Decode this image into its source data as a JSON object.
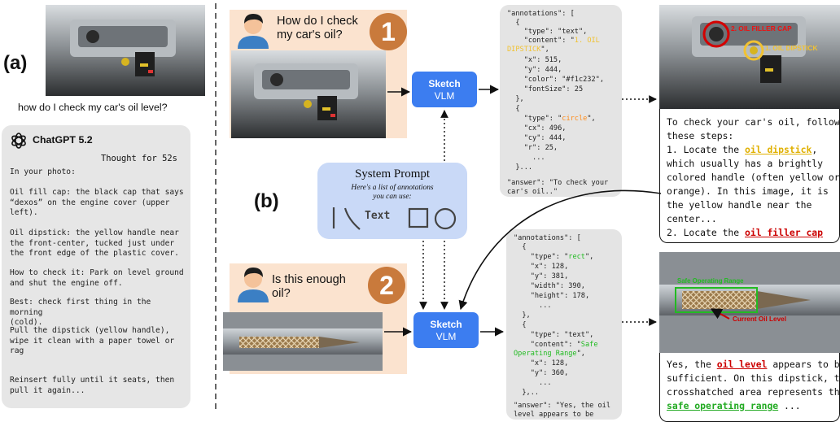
{
  "panel_a": {
    "label": "(a)",
    "user_question": "how do I check my car's oil level?",
    "chat": {
      "title": "ChatGPT 5.2",
      "thought": "Thought for 52s",
      "lines": [
        "In your photo:",
        "Oil fill cap: the black cap that says\n“dexos” on the engine cover (upper\nleft).",
        "Oil dipstick: the yellow handle near\nthe front-center, tucked just under\nthe front edge of the plastic cover.",
        "How to check it: Park on level ground\nand shut the engine off.",
        "Best: check first thing in the morning\n(cold).",
        "Pull the dipstick (yellow handle),\nwipe it clean with a paper towel or\nrag",
        "Reinsert fully until it seats, then\npull it again..."
      ]
    }
  },
  "panel_b": {
    "label": "(b)",
    "step1": {
      "number": "1",
      "question": "How do I check\nmy car's oil?"
    },
    "step2": {
      "number": "2",
      "question": "Is this enough\noil?"
    },
    "vlm": {
      "title": "Sketch",
      "subtitle": "VLM"
    },
    "system_prompt": {
      "title": "System Prompt",
      "subtitle": "Here's a list of annotations\nyou can use:",
      "text_glyph": "Text"
    },
    "json1": {
      "lines": [
        "\"annotations\": [",
        "  {",
        "    \"type\": \"text\",",
        "    \"content\": \"1. OIL",
        "DIPSTICK\",",
        "    \"x\": 515,",
        "    \"y\": 444,",
        "    \"color\": \"#f1c232\",",
        "    \"fontSize\": 25",
        "  },",
        "  {",
        "    \"type\": \"circle\",",
        "    \"cx\": 496,",
        "    \"cy\": 444,",
        "    \"r\": 25,",
        "      ...",
        "  }...",
        "",
        "\"answer\": \"To check your",
        "car's oil..\""
      ]
    },
    "json2": {
      "lines": [
        "\"annotations\": [",
        "  {",
        "    \"type\": \"rect\",",
        "    \"x\": 128,",
        "    \"y\": 381,",
        "    \"width\": 390,",
        "    \"height\": 178,",
        "      ...",
        "  },",
        "  {",
        "    \"type\": \"text\",",
        "    \"content\": \"Safe",
        "Operating Range\",",
        "    \"x\": 128,",
        "    \"y\": 360,",
        "      ...",
        "  },..",
        "",
        "\"answer\": \"Yes, the oil",
        "level appears to be",
        "sufficient..\""
      ]
    },
    "annotated1": {
      "label_cap": "2. OIL FILLER CAP",
      "label_dipstick": "1. OIL DIPSTICK"
    },
    "annotated2": {
      "label_range": "Safe Operating Range",
      "label_level": "Current Oil Level"
    },
    "answer1": {
      "l1": "To check your car's oil, follow",
      "l2": "these steps:",
      "l3a": "1. Locate the ",
      "l3b": "oil dipstick",
      "l3c": ",",
      "l4": "which usually has a brightly",
      "l5": "colored handle (often yellow or",
      "l6": "orange). In this image, it is",
      "l7": "the yellow handle near the",
      "l8": "center...",
      "l9a": "2. Locate the ",
      "l9b": "oil filler cap"
    },
    "answer2": {
      "l1a": "Yes, the ",
      "l1b": "oil level",
      "l1c": " appears to be",
      "l2": "sufficient. On this dipstick, the",
      "l3": "crosshatched area represents the",
      "l4a": "",
      "l4b": "safe operating range",
      "l4c": " ..."
    }
  },
  "colors": {
    "vlm_blue": "#3c7df0",
    "step_orange": "#c97a3c",
    "user_bar": "#fbe3cf",
    "json_yellow": "#f1c232",
    "json_green": "#22bb22",
    "json_orange": "#ff8c1a",
    "highlight_red": "#cc0000",
    "highlight_yellow": "#e0b000",
    "highlight_green": "#22aa22",
    "system_prompt_bg": "#c9d9f7"
  }
}
